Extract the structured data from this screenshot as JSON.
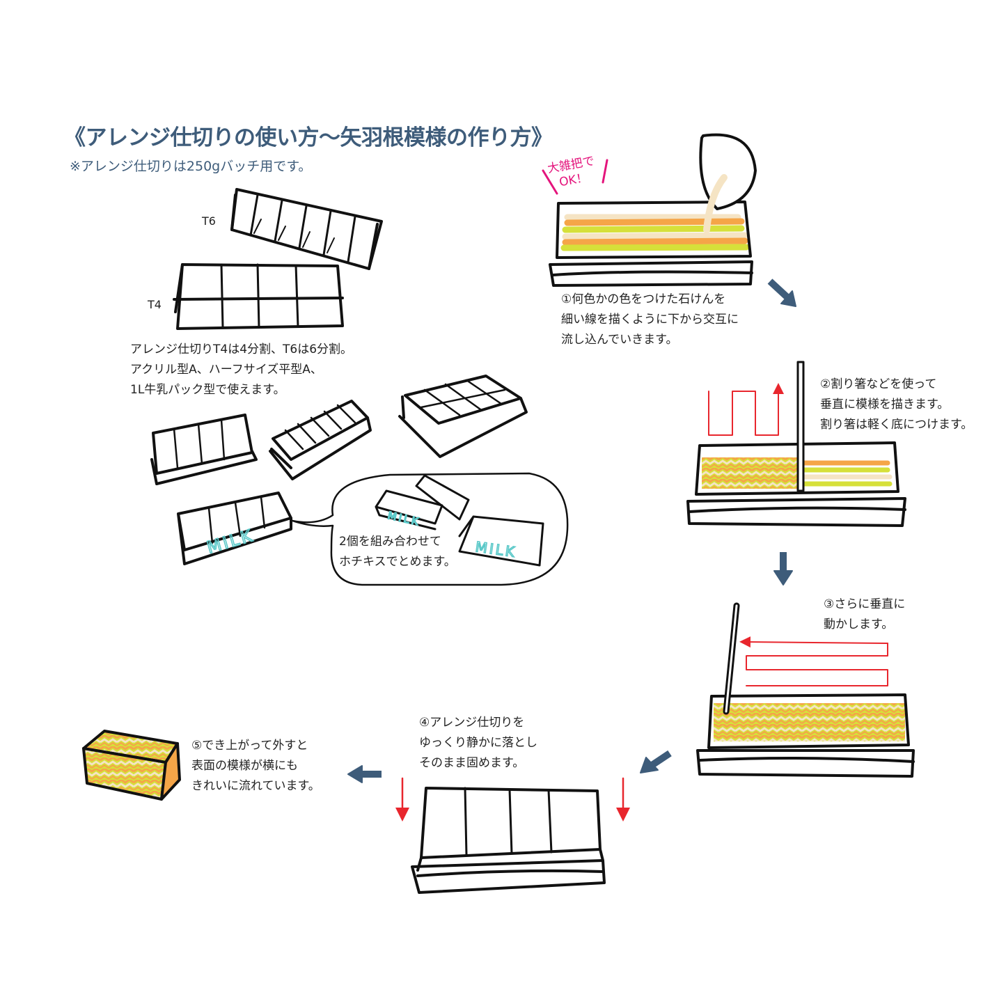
{
  "title": "《アレンジ仕切りの使い方～矢羽根模様の作り方》",
  "subtitle": "※アレンジ仕切りは250gバッチ用です。",
  "labels": {
    "t6": "T6",
    "t4": "T4",
    "milk": "MILK"
  },
  "intro": "アレンジ仕切りT4は4分割、T6は6分割。\nアクリル型A、ハーフサイズ平型A、\n1L牛乳パック型で使えます。",
  "bubble": "2個を組み合わせて\nホチキスでとめます。",
  "callout": "大雑把で\nOK！",
  "steps": [
    {
      "text": "①何色かの色をつけた石けんを\n細い線を描くように下から交互に\n流し込んでいきます。"
    },
    {
      "text": "②割り箸などを使って\n垂直に模様を描きます。\n割り箸は軽く底につけます。"
    },
    {
      "text": "③さらに垂直に\n動かします。"
    },
    {
      "text": "④アレンジ仕切りを\nゆっくり静かに落とし\nそのまま固めます。"
    },
    {
      "text": "⑤でき上がって外すと\n表面の模様が横にも\nきれいに流れています。"
    }
  ],
  "colors": {
    "heading": "#3e5c7a",
    "arrow": "#3e5c7a",
    "motion": "#e8262d",
    "callout": "#e4147c",
    "milk": "#5cc9c9",
    "green": "#d6e03a",
    "orange": "#f5a548",
    "cream": "#f5e4c4"
  }
}
